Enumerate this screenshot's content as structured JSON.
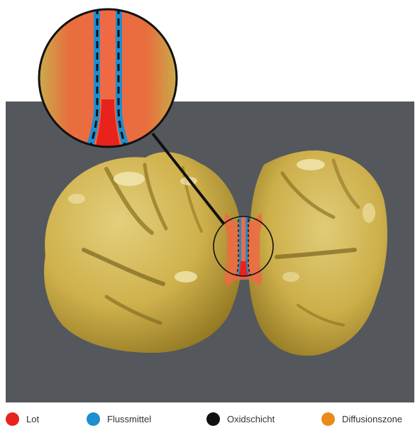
{
  "colors": {
    "background": "#54585c",
    "crown_gold": "#cdb04a",
    "solder": "#e8231c",
    "flux": "#1b8fd2",
    "oxide": "#111111",
    "diffusion": "#e98a19"
  },
  "legend": [
    {
      "label": "Lot",
      "color": "#e8231c",
      "icon": "red-dot-icon"
    },
    {
      "label": "Flussmittel",
      "color": "#1b8fd2",
      "icon": "blue-dot-icon"
    },
    {
      "label": "Oxidschicht",
      "color": "#111111",
      "icon": "black-dot-icon"
    },
    {
      "label": "Diffusionszone",
      "color": "#e98a19",
      "icon": "orange-dot-icon"
    }
  ]
}
